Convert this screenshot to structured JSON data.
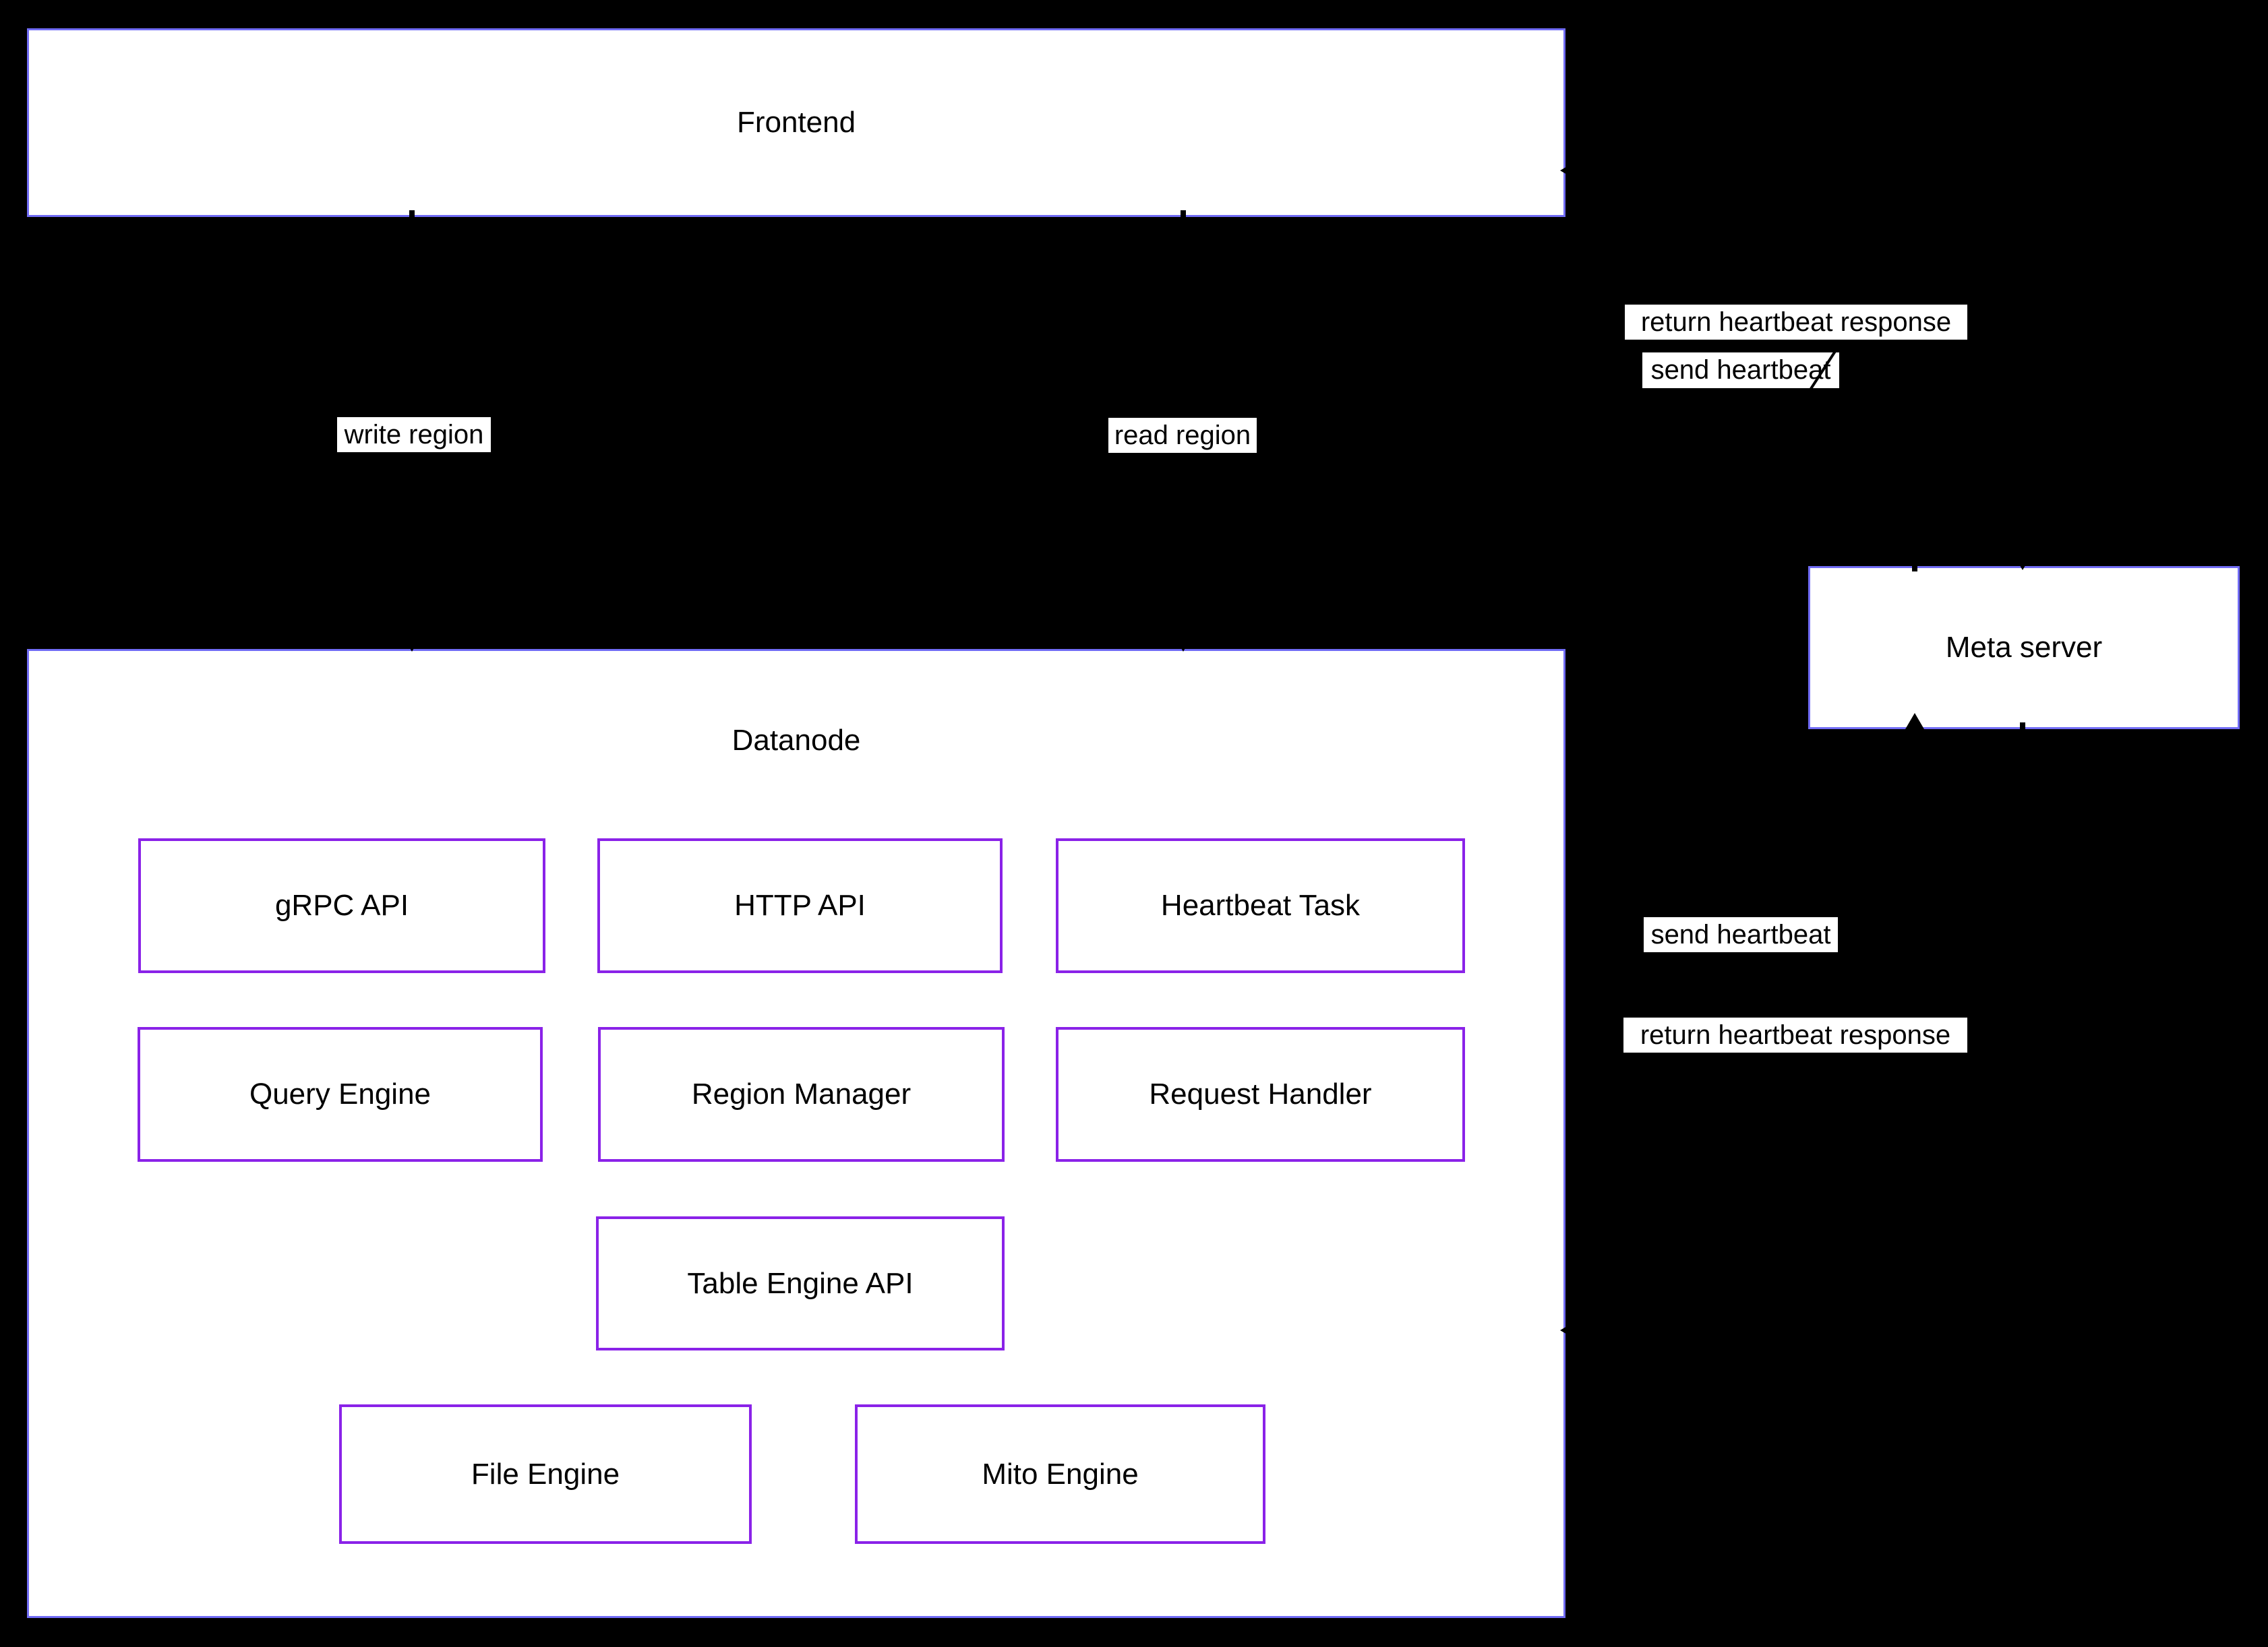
{
  "diagram": {
    "nodes": {
      "frontend": {
        "label": "Frontend"
      },
      "datanode": {
        "label": "Datanode"
      },
      "meta_server": {
        "label": "Meta server"
      },
      "grpc_api": {
        "label": "gRPC API"
      },
      "http_api": {
        "label": "HTTP API"
      },
      "heartbeat_task": {
        "label": "Heartbeat Task"
      },
      "query_engine": {
        "label": "Query Engine"
      },
      "region_manager": {
        "label": "Region Manager"
      },
      "request_handler": {
        "label": "Request Handler"
      },
      "table_engine_api": {
        "label": "Table Engine API"
      },
      "file_engine": {
        "label": "File Engine"
      },
      "mito_engine": {
        "label": "Mito Engine"
      }
    },
    "edge_labels": {
      "write_region": "write region",
      "read_region": "read region",
      "send_heartbeat_top": "send heartbeat",
      "return_heartbeat_top": "return heartbeat response",
      "send_heartbeat_right": "send heartbeat",
      "return_heartbeat_right": "return heartbeat response"
    },
    "colors": {
      "background": "#000000",
      "outer_border": "#716cf5",
      "inner_border": "#8a22e8",
      "node_fill": "#ffffff",
      "text": "#000000"
    }
  }
}
